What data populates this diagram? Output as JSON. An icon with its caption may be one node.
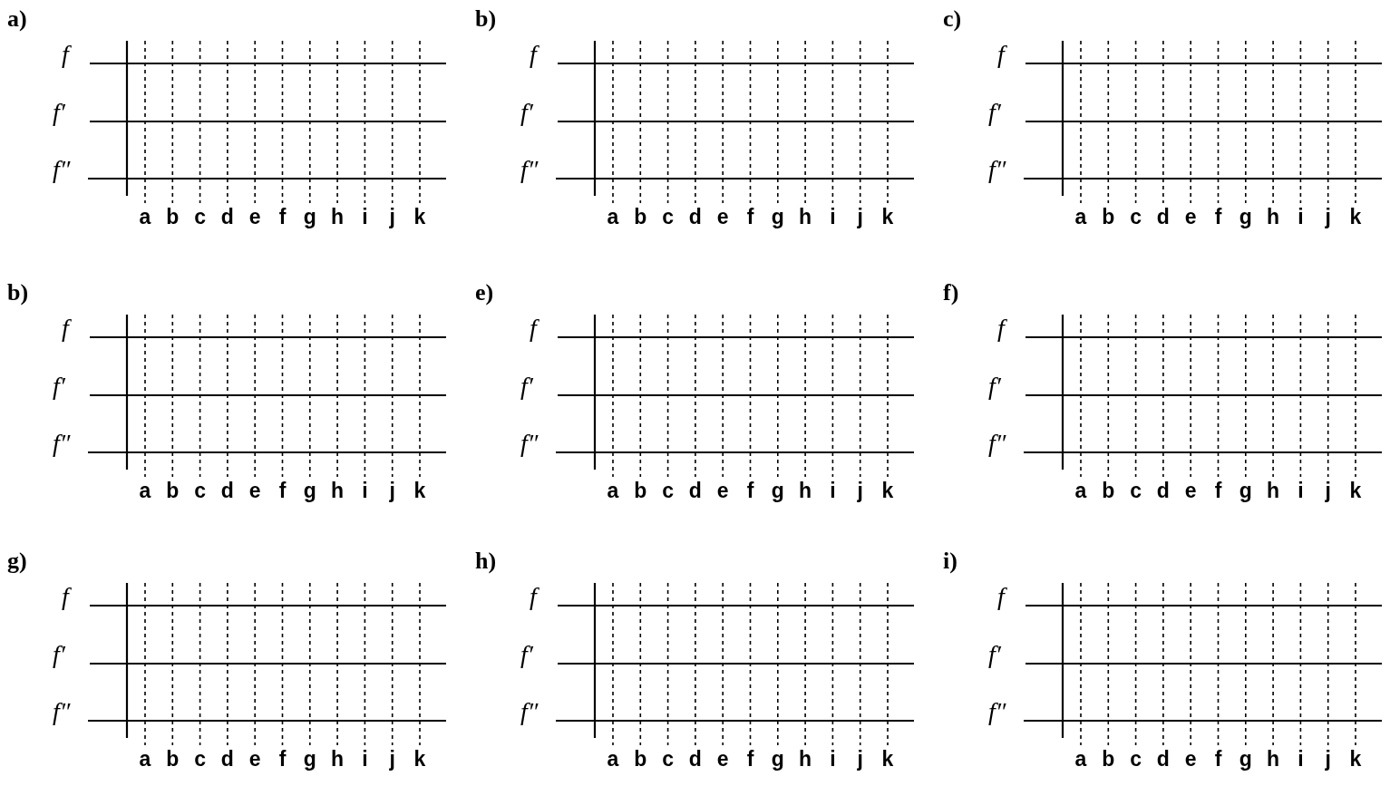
{
  "diagram": {
    "labels": [
      "a)",
      "f",
      "f′",
      "f″",
      "a",
      "b",
      "c",
      "d",
      "e",
      "f",
      "g",
      "h",
      "i",
      "j",
      "k",
      "b)",
      "f",
      "f′",
      "f″",
      "a",
      "b",
      "c",
      "d",
      "e",
      "f",
      "g",
      "h",
      "i",
      "j",
      "k",
      "c)",
      "f",
      "f′",
      "f″",
      "a",
      "b",
      "c",
      "d",
      "e",
      "f",
      "g",
      "h",
      "i",
      "j",
      "k",
      "b)",
      "f",
      "f′",
      "f″",
      "a",
      "b",
      "c",
      "d",
      "e",
      "f",
      "g",
      "h",
      "i",
      "j",
      "k",
      "e)",
      "f",
      "f′",
      "f″",
      "a",
      "b",
      "c",
      "d",
      "e",
      "f",
      "g",
      "h",
      "i",
      "j",
      "k",
      "f)",
      "f",
      "f′",
      "f″",
      "a",
      "b",
      "c",
      "d",
      "e",
      "f",
      "g",
      "h",
      "i",
      "j",
      "k",
      "g)",
      "f",
      "f′",
      "f″",
      "a",
      "b",
      "c",
      "d",
      "e",
      "f",
      "g",
      "h",
      "i",
      "j",
      "k",
      "h)",
      "f",
      "f′",
      "f″",
      "a",
      "b",
      "c",
      "d",
      "e",
      "f",
      "g",
      "h",
      "i",
      "j",
      "k",
      "i)",
      "f",
      "f′",
      "f″",
      "a",
      "b",
      "c",
      "d",
      "e",
      "f",
      "g",
      "h",
      "i",
      "j",
      "k"
    ]
  }
}
